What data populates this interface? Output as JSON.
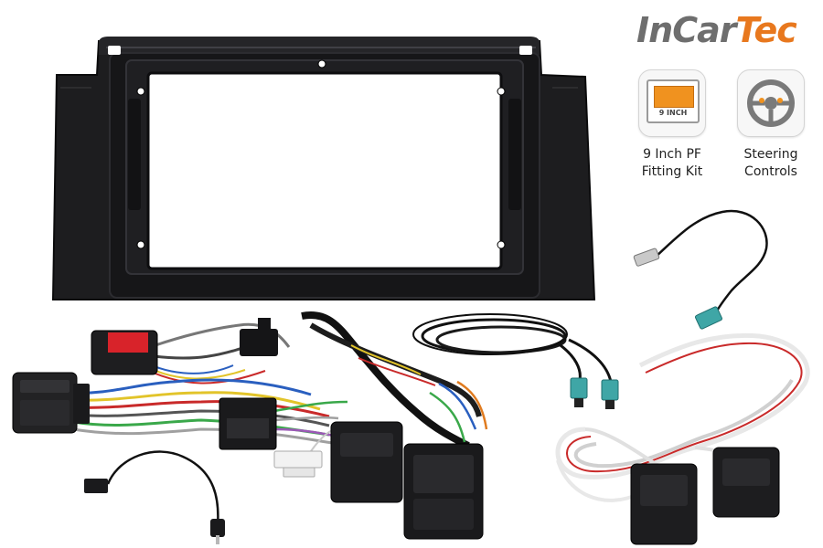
{
  "brand": {
    "part1": "InCar",
    "part2": "Tec"
  },
  "features": [
    {
      "icon": "screen-9inch-icon",
      "icon_label": "9 INCH",
      "line1": "9 Inch PF",
      "line2": "Fitting Kit"
    },
    {
      "icon": "steering-wheel-icon",
      "line1": "Steering",
      "line2": "Controls"
    }
  ],
  "colors": {
    "brand_gray": "#6e6e6e",
    "brand_orange": "#e8781e",
    "frame": "#1c1c1e"
  }
}
